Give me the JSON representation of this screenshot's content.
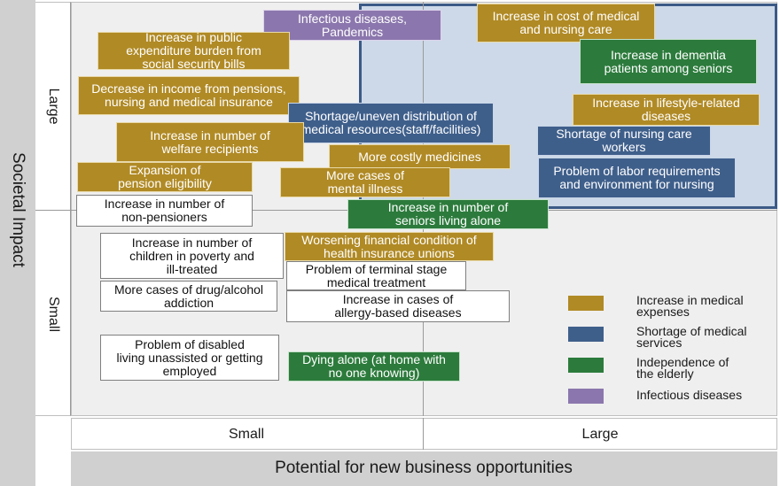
{
  "axes": {
    "y_title": "Societal Impact",
    "y_large": "Large",
    "y_small": "Small",
    "x_small": "Small",
    "x_large": "Large",
    "x_title": "Potential for new business opportunities"
  },
  "colors": {
    "gold": "#b08a25",
    "blue": "#3f5f8b",
    "green": "#2c7b3c",
    "purple": "#8b77ad",
    "highlight_zone": "#cdd9e8",
    "highlight_border": "#3b5a87"
  },
  "items": [
    {
      "text": "Infectious diseases,\nPandemics",
      "category": "purple"
    },
    {
      "text": "Increase in cost of medical\nand nursing care",
      "category": "gold"
    },
    {
      "text": "Increase in public\nexpenditure burden from\nsocial security bills",
      "category": "gold"
    },
    {
      "text": "Increase in dementia\npatients among seniors",
      "category": "green"
    },
    {
      "text": "Decrease in income from pensions,\nnursing and medical insurance",
      "category": "gold"
    },
    {
      "text": "Increase in lifestyle-related\ndiseases",
      "category": "gold"
    },
    {
      "text": "Shortage/uneven distribution of\nmedical resources(staff/facilities)",
      "category": "blue"
    },
    {
      "text": "Increase in number of\nwelfare recipients",
      "category": "gold"
    },
    {
      "text": "Shortage of nursing care\nworkers",
      "category": "blue"
    },
    {
      "text": "More costly medicines",
      "category": "gold"
    },
    {
      "text": "Expansion of\npension eligibility",
      "category": "gold"
    },
    {
      "text": "More cases of\nmental illness",
      "category": "gold"
    },
    {
      "text": "Problem of labor requirements\nand environment for nursing",
      "category": "blue"
    },
    {
      "text": "Increase in number of\nnon-pensioners",
      "category": "none"
    },
    {
      "text": "Increase in number of\nseniors living alone",
      "category": "green"
    },
    {
      "text": "Increase in number of\nchildren in poverty and\nill-treated",
      "category": "none"
    },
    {
      "text": "Worsening financial condition of\nhealth insurance unions",
      "category": "gold"
    },
    {
      "text": "Problem of terminal stage\nmedical treatment",
      "category": "none"
    },
    {
      "text": "More cases of drug/alcohol\naddiction",
      "category": "none"
    },
    {
      "text": "Increase in cases of\nallergy-based diseases",
      "category": "none"
    },
    {
      "text": "Problem of disabled\nliving unassisted or getting\nemployed",
      "category": "none"
    },
    {
      "text": "Dying alone (at home with\nno one knowing)",
      "category": "green"
    }
  ],
  "legend": [
    {
      "label": "Increase in medical\nexpenses",
      "color": "#b08a25"
    },
    {
      "label": "Shortage of medical\nservices",
      "color": "#3f5f8b"
    },
    {
      "label": "Independence of\nthe elderly",
      "color": "#2c7b3c"
    },
    {
      "label": "Infectious diseases",
      "color": "#8b77ad"
    }
  ]
}
